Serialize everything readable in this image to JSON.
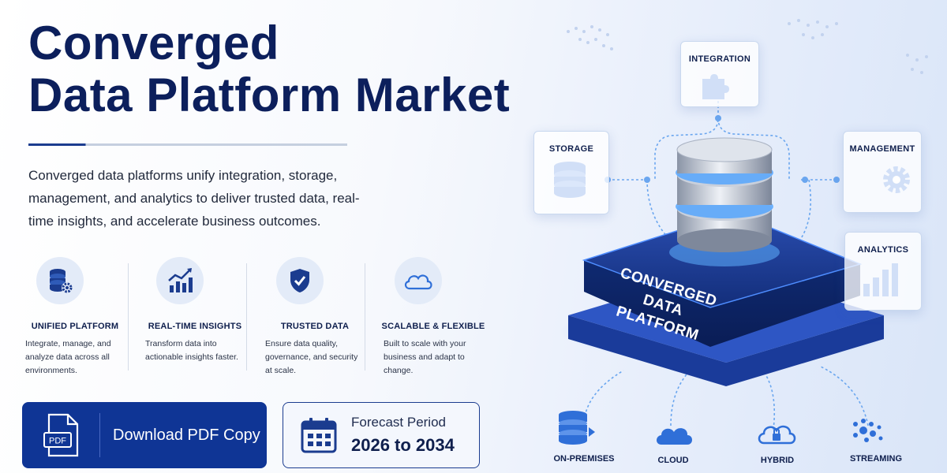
{
  "title": {
    "line1": "Converged",
    "line2": "Data Platform Market"
  },
  "description": "Converged data platforms unify integration, storage, management, and analytics to deliver trusted data, real-time insights, and accelerate business outcomes.",
  "features": [
    {
      "title": "UNIFIED PLATFORM",
      "text": "Integrate, manage, and analyze data across all environments.",
      "icon": "database-gear-icon"
    },
    {
      "title": "REAL-TIME INSIGHTS",
      "text": "Transform data into actionable insights faster.",
      "icon": "bar-chart-trend-icon"
    },
    {
      "title": "TRUSTED DATA",
      "text": "Ensure data quality, governance, and security at scale.",
      "icon": "shield-check-icon"
    },
    {
      "title": "SCALABLE & FLEXIBLE",
      "text": "Built to scale with your business and adapt to change.",
      "icon": "cloud-icon"
    }
  ],
  "download_button": {
    "label": "Download PDF Copy",
    "icon_text": "PDF"
  },
  "forecast": {
    "label": "Forecast Period",
    "value": "2026 to 2034"
  },
  "diagram": {
    "platform_label": "CONVERGED DATA PLATFORM",
    "cards": {
      "integration": "INTEGRATION",
      "storage": "STORAGE",
      "management": "MANAGEMENT",
      "analytics": "ANALYTICS"
    },
    "bottom": [
      "ON-PREMISES",
      "CLOUD",
      "HYBRID",
      "STREAMING"
    ]
  },
  "colors": {
    "navy": "#0c1f5c",
    "button": "#0f3595",
    "accent": "#2f6fd8"
  }
}
